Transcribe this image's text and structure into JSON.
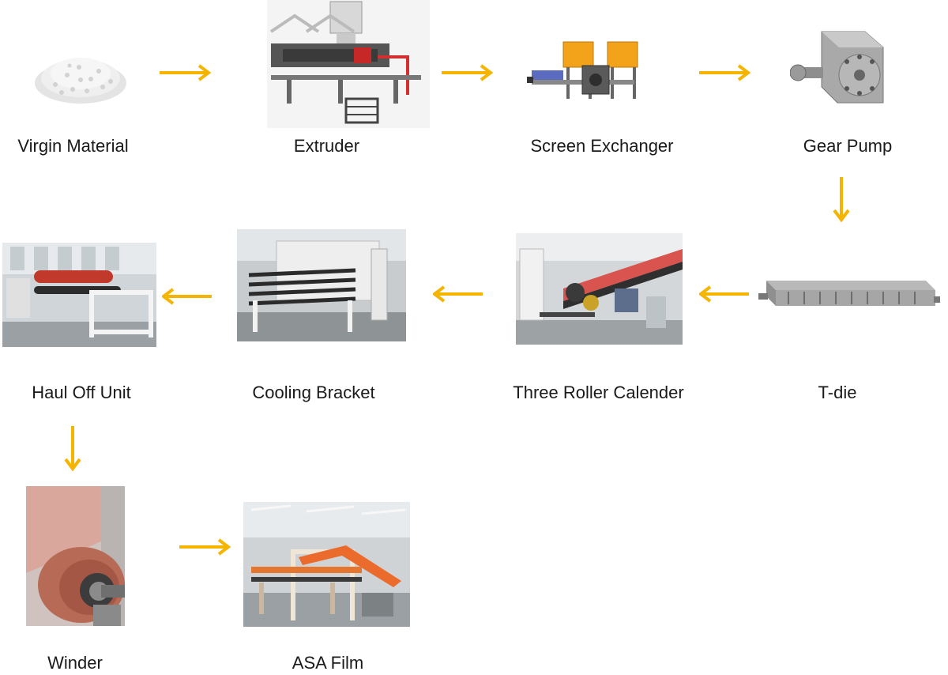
{
  "diagram": {
    "stages": [
      {
        "id": "virgin-material",
        "label": "Virgin Material"
      },
      {
        "id": "extruder",
        "label": "Extruder"
      },
      {
        "id": "screen-exchanger",
        "label": "Screen Exchanger"
      },
      {
        "id": "gear-pump",
        "label": "Gear Pump"
      },
      {
        "id": "t-die",
        "label": "T-die"
      },
      {
        "id": "three-roller-calender",
        "label": "Three Roller Calender"
      },
      {
        "id": "cooling-bracket",
        "label": "Cooling Bracket"
      },
      {
        "id": "haul-off-unit",
        "label": "Haul Off Unit"
      },
      {
        "id": "winder",
        "label": "Winder"
      },
      {
        "id": "asa-film",
        "label": "ASA  Film"
      }
    ],
    "flow": [
      [
        "virgin-material",
        "extruder"
      ],
      [
        "extruder",
        "screen-exchanger"
      ],
      [
        "screen-exchanger",
        "gear-pump"
      ],
      [
        "gear-pump",
        "t-die"
      ],
      [
        "t-die",
        "three-roller-calender"
      ],
      [
        "three-roller-calender",
        "cooling-bracket"
      ],
      [
        "cooling-bracket",
        "haul-off-unit"
      ],
      [
        "haul-off-unit",
        "winder"
      ],
      [
        "winder",
        "asa-film"
      ]
    ],
    "arrow_color": "#f5b400"
  }
}
